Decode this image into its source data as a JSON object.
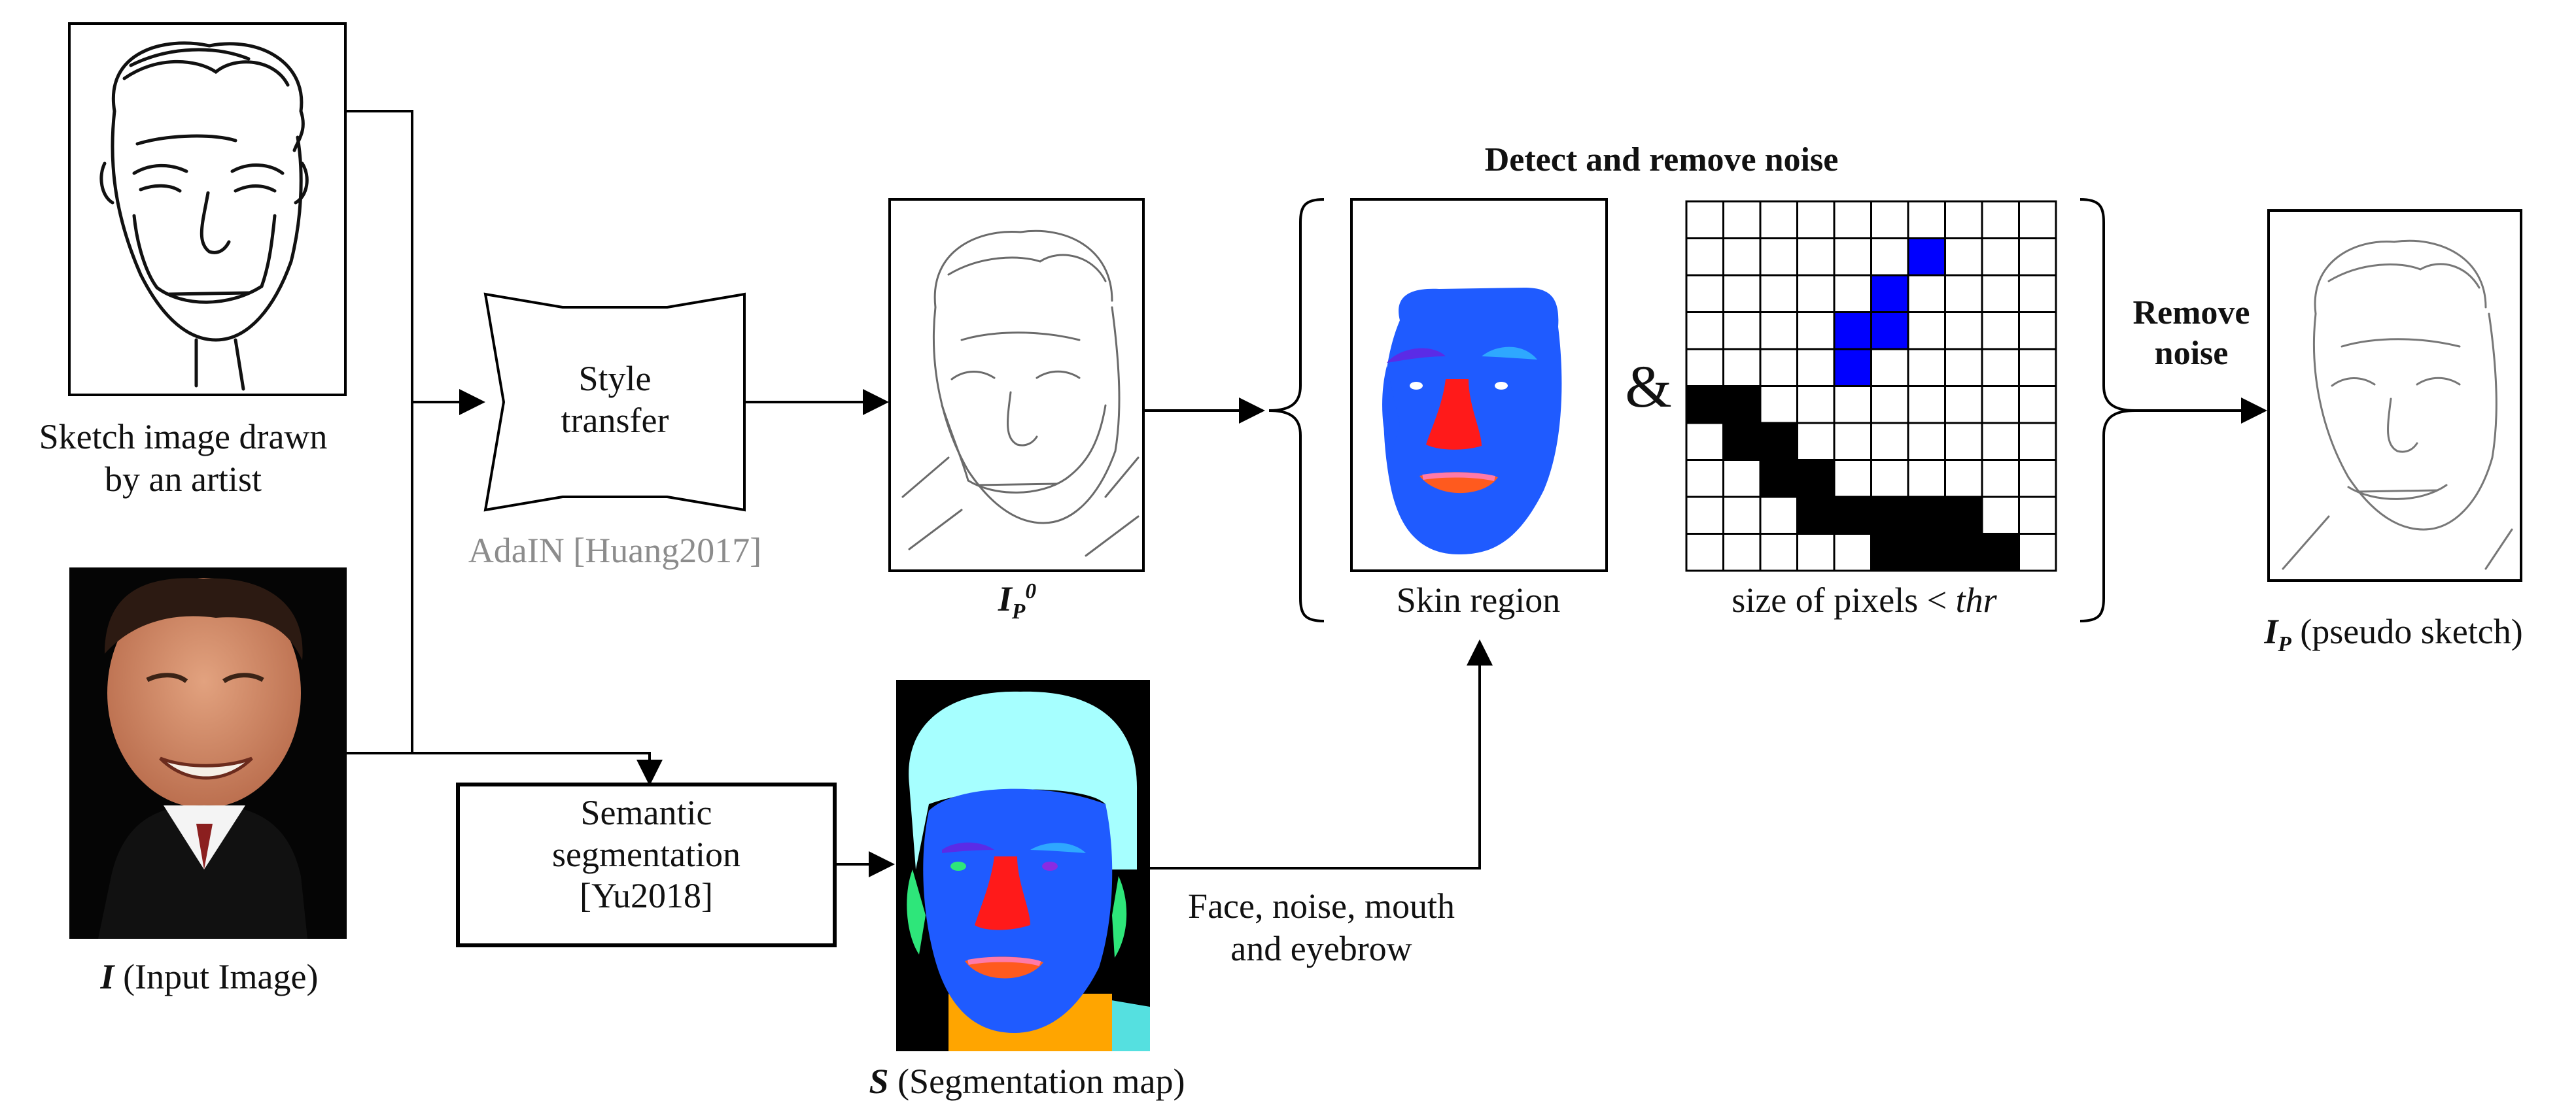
{
  "inputs": {
    "sketch_caption_line1": "Sketch image drawn",
    "sketch_caption_line2": "by an artist",
    "input_var": "I",
    "input_caption": " (Input Image)"
  },
  "style_transfer": {
    "label_line1": "Style",
    "label_line2": "transfer",
    "method": "AdaIN [Huang2017]"
  },
  "intermediate": {
    "var": "I",
    "sub": "P",
    "sup": "0"
  },
  "segmentation": {
    "label_line1": "Semantic",
    "label_line2": "segmentation",
    "label_line3": "[Yu2018]",
    "map_var": "S",
    "map_caption": " (Segmentation map)",
    "parts_line1": "Face, noise, mouth",
    "parts_line2": "and eyebrow"
  },
  "noise_removal": {
    "title": "Detect and remove noise",
    "skin_caption": "Skin region",
    "operator": "&",
    "grid_caption_prefix": "size of pixels < ",
    "grid_caption_var": "thr",
    "remove_line1": "Remove",
    "remove_line2": "noise"
  },
  "output": {
    "var": "I",
    "sub": "P",
    "caption": " (pseudo sketch)"
  },
  "colors": {
    "skin": "#1f5bff",
    "nose": "#ff1a1a",
    "lips": "#ff5a1e",
    "hair": "#a6ffff",
    "ear": "#2ee67a",
    "neck": "#ffa500",
    "brow_left": "#5b2be6",
    "brow_right": "#2ea8ff",
    "grid_blue": "#0000ff",
    "grid_black": "#000000"
  },
  "grid": {
    "rows": 10,
    "cols": 10,
    "blue_cells": [
      [
        1,
        6
      ],
      [
        2,
        5
      ],
      [
        3,
        4
      ],
      [
        3,
        5
      ],
      [
        4,
        4
      ]
    ],
    "black_cells": [
      [
        5,
        0
      ],
      [
        5,
        1
      ],
      [
        6,
        1
      ],
      [
        6,
        2
      ],
      [
        7,
        2
      ],
      [
        7,
        3
      ],
      [
        8,
        3
      ],
      [
        8,
        4
      ],
      [
        8,
        5
      ],
      [
        8,
        6
      ],
      [
        8,
        7
      ],
      [
        9,
        5
      ],
      [
        9,
        6
      ],
      [
        9,
        7
      ],
      [
        9,
        8
      ]
    ]
  }
}
